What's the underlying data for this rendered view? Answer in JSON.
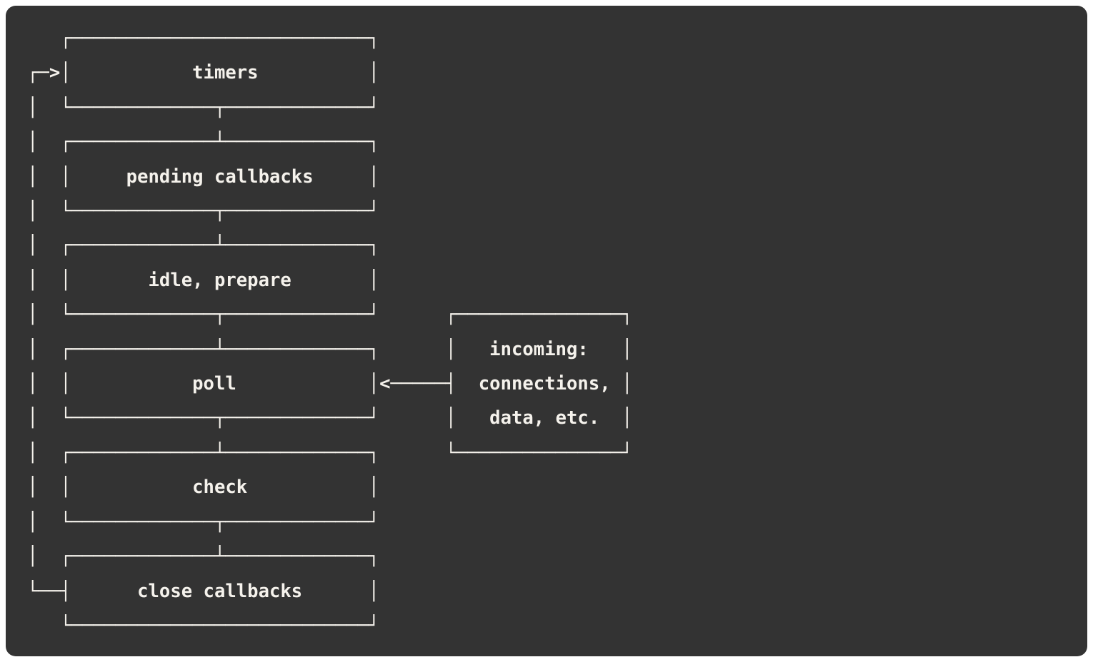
{
  "diagram": {
    "title": "node-event-loop-phases",
    "kind": "ascii-art",
    "background_color": "#333333",
    "panel_color": "#333333",
    "page_color": "#ffffff",
    "text_color": "#f5f2ec",
    "phases": [
      {
        "name": "timers",
        "label": "timers"
      },
      {
        "name": "pending-callbacks",
        "label": "pending callbacks"
      },
      {
        "name": "idle-prepare",
        "label": "idle, prepare"
      },
      {
        "name": "poll",
        "label": "poll"
      },
      {
        "name": "check",
        "label": "check"
      },
      {
        "name": "close-callbacks",
        "label": "close callbacks"
      }
    ],
    "side_box": {
      "name": "incoming-box",
      "lines": [
        "incoming:",
        "connections,",
        "data, etc."
      ]
    },
    "connector": {
      "name": "poll-incoming-arrow",
      "direction": "left",
      "glyph": "<———————"
    },
    "loop_arrow": {
      "name": "loop-back-arrow",
      "direction": "right",
      "glyph": "——>"
    },
    "ascii": "   ┌───────────────────────────┐\n┌─>│           timers          │\n│  └─────────────┬─────────────┘\n│  ┌─────────────┴─────────────┐\n│  │     pending callbacks     │\n│  └─────────────┬─────────────┘\n│  ┌─────────────┴─────────────┐\n│  │       idle, prepare       │\n│  └─────────────┬─────────────┘      ┌───────────────┐\n│  ┌─────────────┴─────────────┐      │   incoming:   │\n│  │           poll            │<─────┤  connections, │\n│  └─────────────┬─────────────┘      │   data, etc.  │\n│  ┌─────────────┴─────────────┐      └───────────────┘\n│  │           check           │\n│  └─────────────┬─────────────┘\n│  ┌─────────────┴─────────────┐\n└──┤      close callbacks      │\n   └───────────────────────────┘"
  }
}
